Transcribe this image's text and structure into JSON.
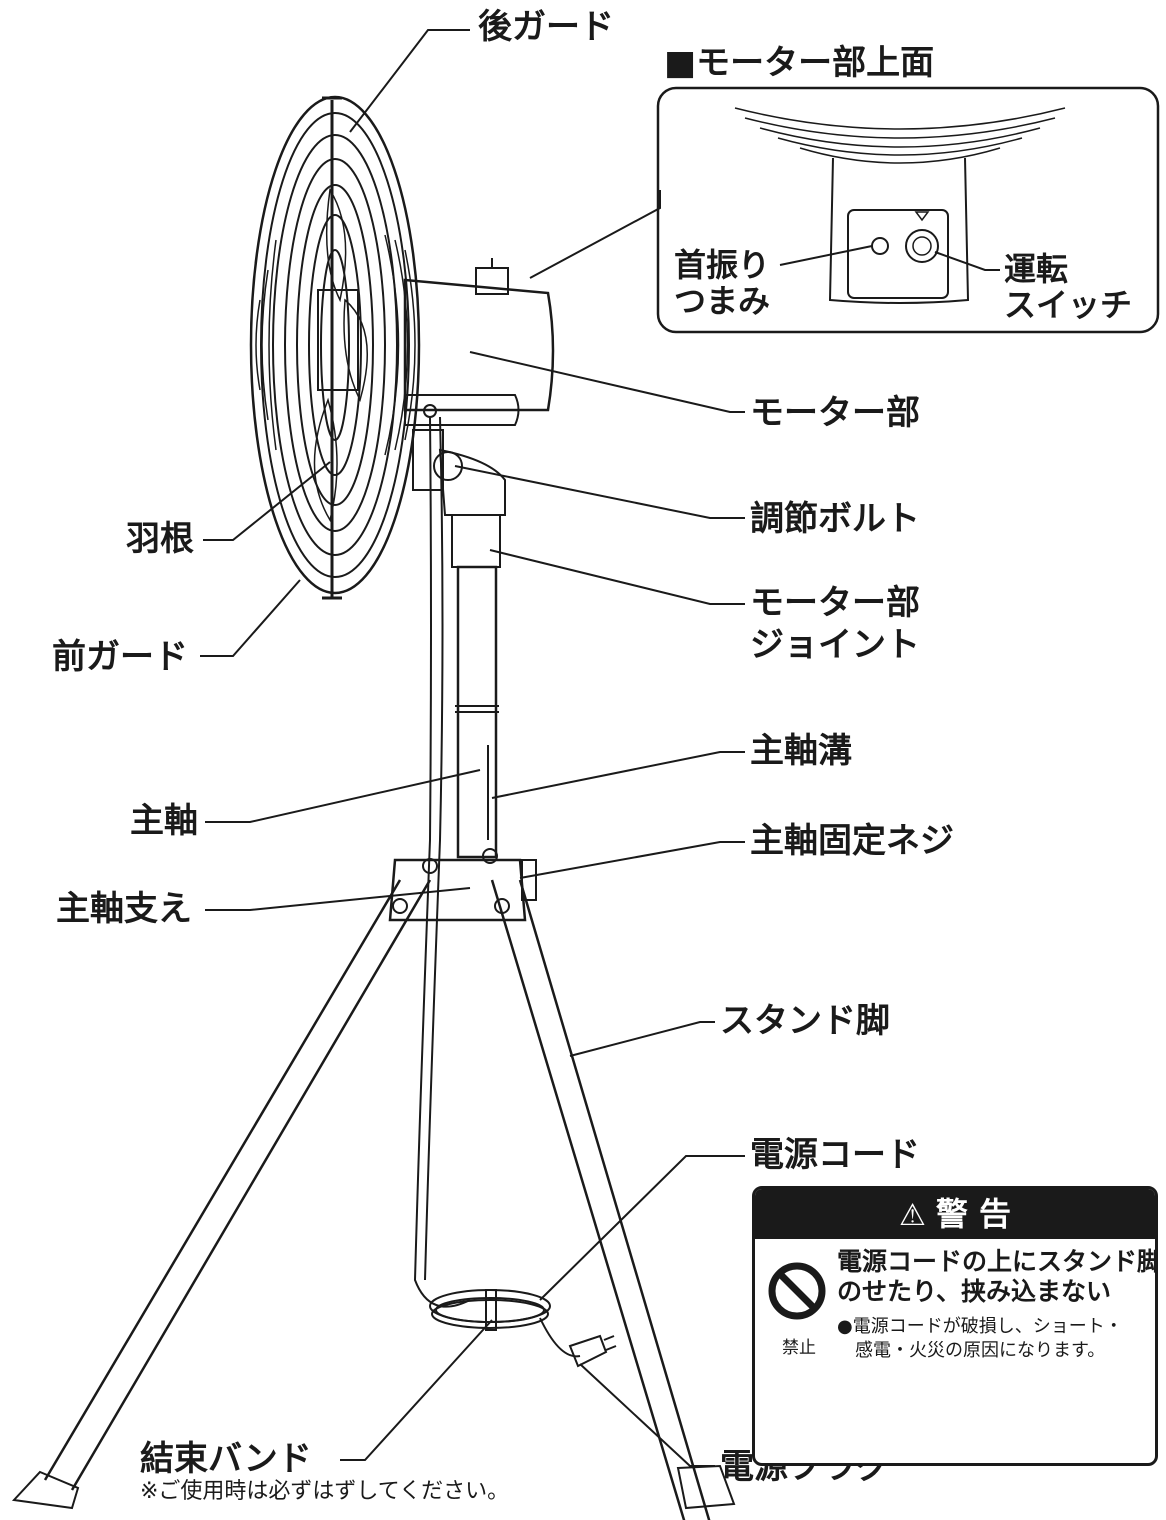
{
  "labels": {
    "rear_guard": "後ガード",
    "inset_title": "■モーター部上面",
    "oscillation_knob_1": "首振り",
    "oscillation_knob_2": "つまみ",
    "operation_switch_1": "運転",
    "operation_switch_2": "スイッチ",
    "motor": "モーター部",
    "adjust_bolt": "調節ボルト",
    "motor_joint_1": "モーター部",
    "motor_joint_2": "ジョイント",
    "blade": "羽根",
    "front_guard": "前ガード",
    "shaft_groove": "主軸溝",
    "main_shaft": "主軸",
    "shaft_screw": "主軸固定ネジ",
    "shaft_support": "主軸支え",
    "stand_leg": "スタンド脚",
    "power_cord": "電源コード",
    "cable_tie": "結束バンド",
    "cable_tie_note": "※ご使用時は必ずはずしてください。",
    "power_plug": "電源プラグ"
  },
  "warning": {
    "header": "警 告",
    "header_icon": "warning-triangle-icon",
    "prohibit_icon": "prohibition-icon",
    "prohibit_label": "禁止",
    "main_line_1": "電源コードの上にスタンド脚を",
    "main_line_2": "のせたり、挟み込まない",
    "sub_line_1": "●電源コードが破損し、ショート・",
    "sub_line_2": "感電・火災の原因になります。"
  },
  "colors": {
    "ink": "#1a1a1a",
    "background": "#ffffff"
  }
}
